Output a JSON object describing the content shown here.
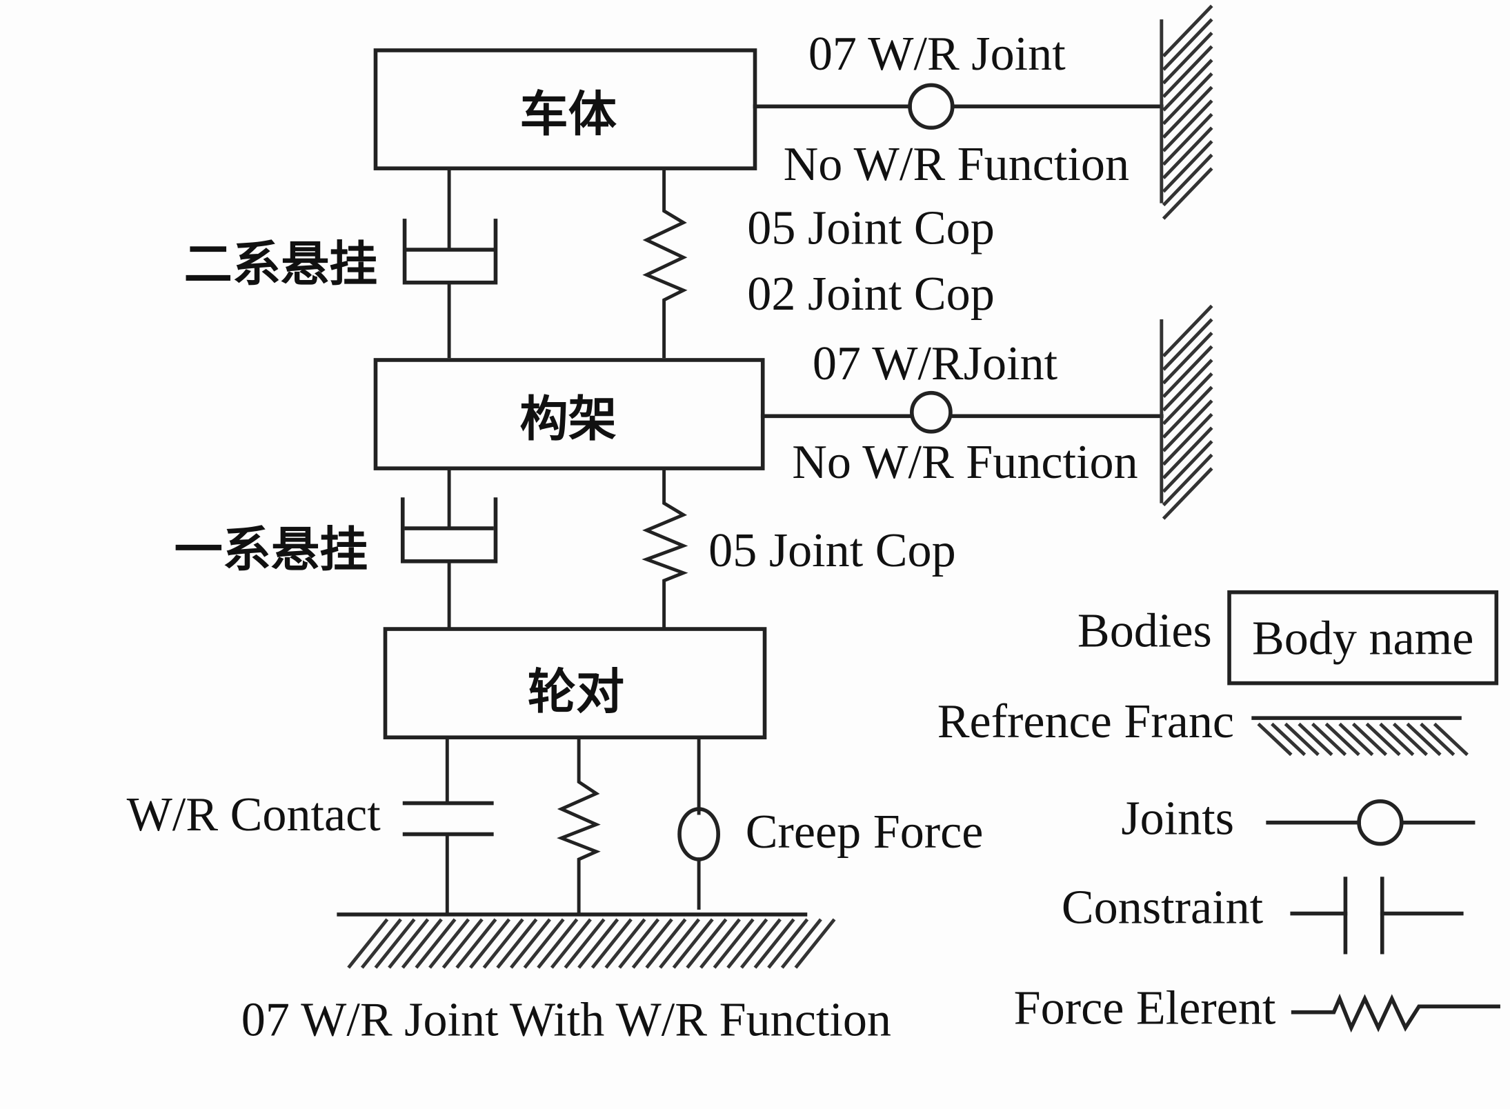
{
  "diagram": {
    "bodies": {
      "car_body": "车体",
      "bogie_frame": "构架",
      "wheelset": "轮对"
    },
    "labels": {
      "secondary_suspension": "二系悬挂",
      "primary_suspension": "一系悬挂",
      "car_joint_top": "07 W/R Joint",
      "car_joint_bottom": "No W/R Function",
      "secondary_cop_1": "05 Joint Cop",
      "secondary_cop_2": "02 Joint Cop",
      "frame_joint_top": "07 W/RJoint",
      "frame_joint_bottom": "No W/R Function",
      "primary_cop": "05 Joint Cop",
      "wr_contact": "W/R Contact",
      "creep_force": "Creep Force",
      "ground_joint": "07 W/R Joint With W/R Function"
    },
    "legend": {
      "bodies_label": "Bodies",
      "body_name": "Body name",
      "reference_label": "Refrence Franc",
      "joints_label": "Joints",
      "constraint_label": "Constraint",
      "force_label": "Force Elerent"
    }
  }
}
